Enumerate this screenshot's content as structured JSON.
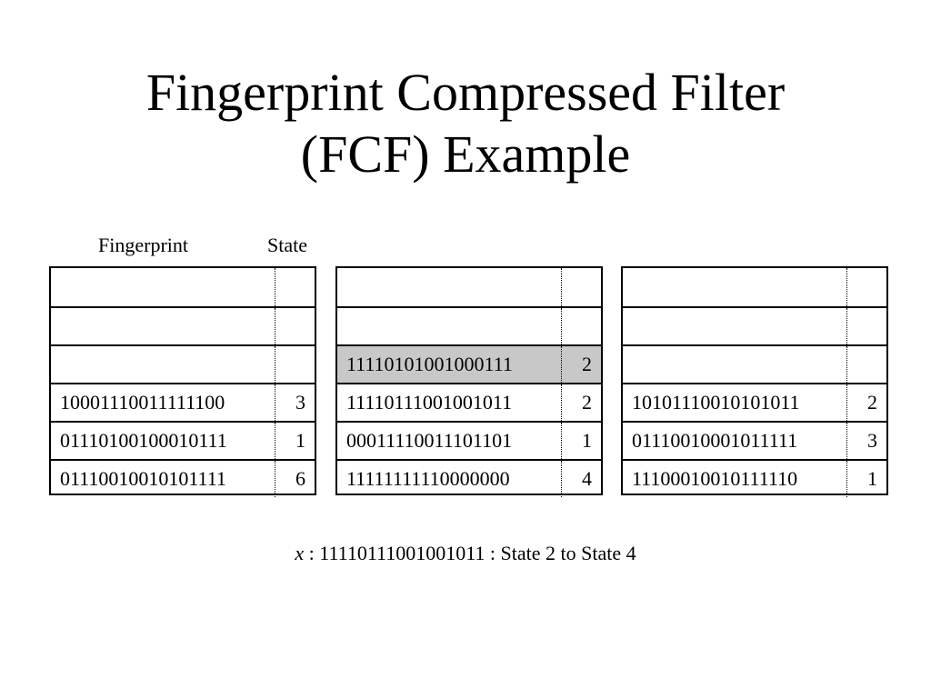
{
  "title": {
    "line1": "Fingerprint Compressed Filter",
    "line2": "(FCF) Example"
  },
  "headers": {
    "fingerprint": "Fingerprint",
    "state": "State"
  },
  "tables": [
    {
      "rows": [
        {
          "fingerprint": "",
          "state": ""
        },
        {
          "fingerprint": "",
          "state": ""
        },
        {
          "fingerprint": "",
          "state": ""
        },
        {
          "fingerprint": "10001110011111100",
          "state": "3"
        },
        {
          "fingerprint": "01110100100010111",
          "state": "1"
        },
        {
          "fingerprint": "01110010010101111",
          "state": "6"
        }
      ]
    },
    {
      "rows": [
        {
          "fingerprint": "",
          "state": ""
        },
        {
          "fingerprint": "",
          "state": ""
        },
        {
          "fingerprint": "11110101001000111",
          "state": "2",
          "highlighted": true
        },
        {
          "fingerprint": "11110111001001011",
          "state": "2"
        },
        {
          "fingerprint": "00011110011101101",
          "state": "1"
        },
        {
          "fingerprint": "11111111110000000",
          "state": "4"
        }
      ]
    },
    {
      "rows": [
        {
          "fingerprint": "",
          "state": ""
        },
        {
          "fingerprint": "",
          "state": ""
        },
        {
          "fingerprint": "",
          "state": ""
        },
        {
          "fingerprint": "10101110010101011",
          "state": "2"
        },
        {
          "fingerprint": "01110010001011111",
          "state": "3"
        },
        {
          "fingerprint": "11100010010111110",
          "state": "1"
        }
      ]
    }
  ],
  "caption": {
    "variable": "x",
    "text": " : 11110111001001011 : State 2 to State 4"
  },
  "colors": {
    "highlight": "#c8c8c8"
  }
}
